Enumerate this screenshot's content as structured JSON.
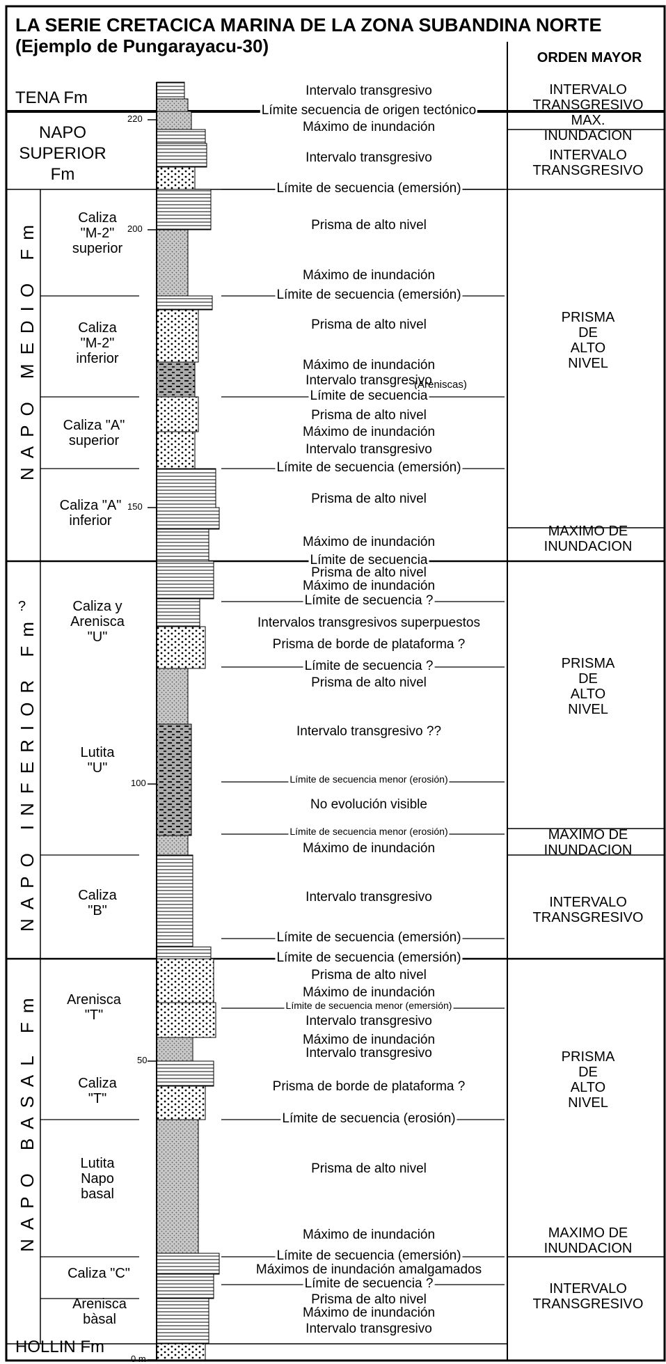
{
  "title": "LA SERIE CRETACICA MARINA DE LA ZONA SUBANDINA NORTE",
  "subtitle": "(Ejemplo de Pungarayacu-30)",
  "column_header": "ORDEN MAYOR",
  "formations": {
    "tena": "TENA Fm",
    "napo_superior": "NAPO\nSUPERIOR\nFm",
    "napo_medio": "NAPO MEDIO Fm",
    "napo_inferior": "NAPO INFERIOR Fm",
    "napo_basal": "NAPO BASAL Fm",
    "hollin": "HOLLIN Fm"
  },
  "units": {
    "m2_sup": "Caliza\n\"M-2\"\nsuperior",
    "m2_inf": "Caliza\n\"M-2\"\ninferior",
    "a_sup": "Caliza \"A\"\nsuperior",
    "a_inf": "Caliza \"A\"\ninferior",
    "u_arenisca": "Caliza y\nArenisca\n\"U\"",
    "u_lutita": "Lutita\n\"U\"",
    "b": "Caliza\n\"B\"",
    "t_arenisca": "Arenisca\n\"T\"",
    "t_caliza": "Caliza\n\"T\"",
    "lutita_basal": "Lutita\nNapo\nbasal",
    "c": "Caliza \"C\"",
    "arenisca_basal": "Arenisca\nbàsal",
    "question": "?"
  },
  "scale_ticks": {
    "t220": "220",
    "t200": "200",
    "t150": "150",
    "t100": "100",
    "t50": "50",
    "t0": "0 m"
  },
  "events": [
    "Intervalo transgresivo",
    "Límite secuencia de origen tectónico",
    "Máximo de inundación",
    "Intervalo transgresivo",
    "Límite de secuencia (emersión)",
    "Prisma de alto nivel",
    "Máximo de inundación",
    "Límite de secuencia (emersión)",
    "Prisma de alto nivel",
    "Máximo de inundación",
    "Intervalo transgresivo",
    "Límite de secuencia",
    "Prisma de alto nivel",
    "Máximo de inundación",
    "Intervalo transgresivo",
    "Límite de secuencia (emersión)",
    "Prisma de alto nivel",
    "Máximo de inundación",
    "Límite de secuencia",
    "Prisma de alto nivel",
    "Máximo de inundación",
    "Límite de secuencia ?",
    "Intervalos transgresivos superpuestos",
    "Prisma de borde de plataforma ?",
    "Límite de secuencia ?",
    "Prisma de alto nivel",
    "Intervalo transgresivo ??",
    "Límite de secuencia menor (erosión)",
    "No evolución visible",
    "Límite de secuencia menor (erosión)",
    "Máximo de inundación",
    "Intervalo transgresivo",
    "Límite de secuencia (emersión)",
    "Límite de secuencia (emersión)",
    "Prisma de alto nivel",
    "Máximo de inundación",
    "Límite de secuencia menor (emersión)",
    "Intervalo transgresivo",
    "Máximo de inundación",
    "Intervalo transgresivo",
    "Prisma de borde de plataforma ?",
    "Límite de secuencia (erosión)",
    "Prisma de alto nivel",
    "Máximo de inundación",
    "Límite de secuencia (emersión)",
    "Máximos de inundación amalgamados",
    "Límite de secuencia ?",
    "Prisma de alto nivel",
    "Máximo de inundación",
    "Intervalo transgresivo"
  ],
  "events_extra": {
    "areniscas": "(Areniscas)"
  },
  "major_orders": [
    "INTERVALO\nTRANSGRESIVO",
    "MAX. INUNDACION",
    "INTERVALO\nTRANSGRESIVO",
    "PRISMA\nDE\nALTO\nNIVEL",
    "MAXIMO DE\nINUNDACION",
    "PRISMA\nDE\nALTO\nNIVEL",
    "MAXIMO DE\nINUNDACION",
    "INTERVALO\nTRANSGRESIVO",
    "PRISMA\nDE\nALTO\nNIVEL",
    "MAXIMO DE\nINUNDACION",
    "INTERVALO\nTRANSGRESIVO"
  ]
}
